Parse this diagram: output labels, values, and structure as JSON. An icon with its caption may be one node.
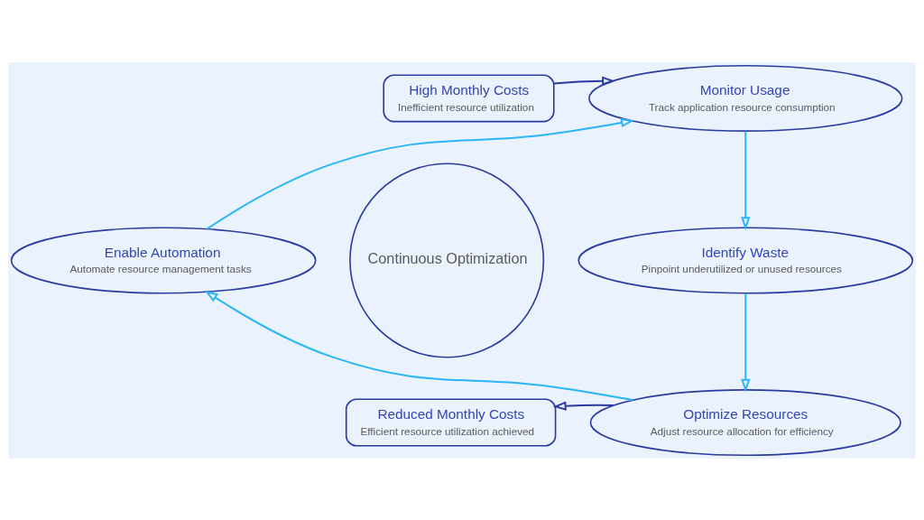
{
  "diagram": {
    "nodes": [
      {
        "text": [
          "Monitor Usage",
          "Track application resource consumption"
        ]
      },
      {
        "text": [
          "High Monthly Costs",
          "Inefficient resource utilization"
        ]
      },
      {
        "text": [
          "Enable Automation",
          "Automate resource management tasks"
        ]
      },
      {
        "text": [
          "Continuous Optimization"
        ]
      },
      {
        "text": [
          "Identify Waste",
          "Pinpoint underutilized or unused resources"
        ]
      },
      {
        "text": [
          "Reduced Monthly Costs",
          "Efficient resource utilization achieved"
        ]
      },
      {
        "text": [
          "Optimize Resources",
          "Adjust resource allocation for efficiency"
        ]
      }
    ],
    "edges": [
      {
        "from": 1,
        "to": 0,
        "arrow": "to",
        "color": "#2b3aa0"
      },
      {
        "from": 2,
        "to": 0,
        "arrow": "to"
      },
      {
        "from": 0,
        "to": 4,
        "arrow": "to"
      },
      {
        "from": 4,
        "to": 6,
        "arrow": "to"
      },
      {
        "from": 6,
        "to": 2,
        "arrow": "to"
      },
      {
        "from": 6,
        "to": 5,
        "arrow": "to",
        "color": "#2b3aa0"
      }
    ]
  }
}
